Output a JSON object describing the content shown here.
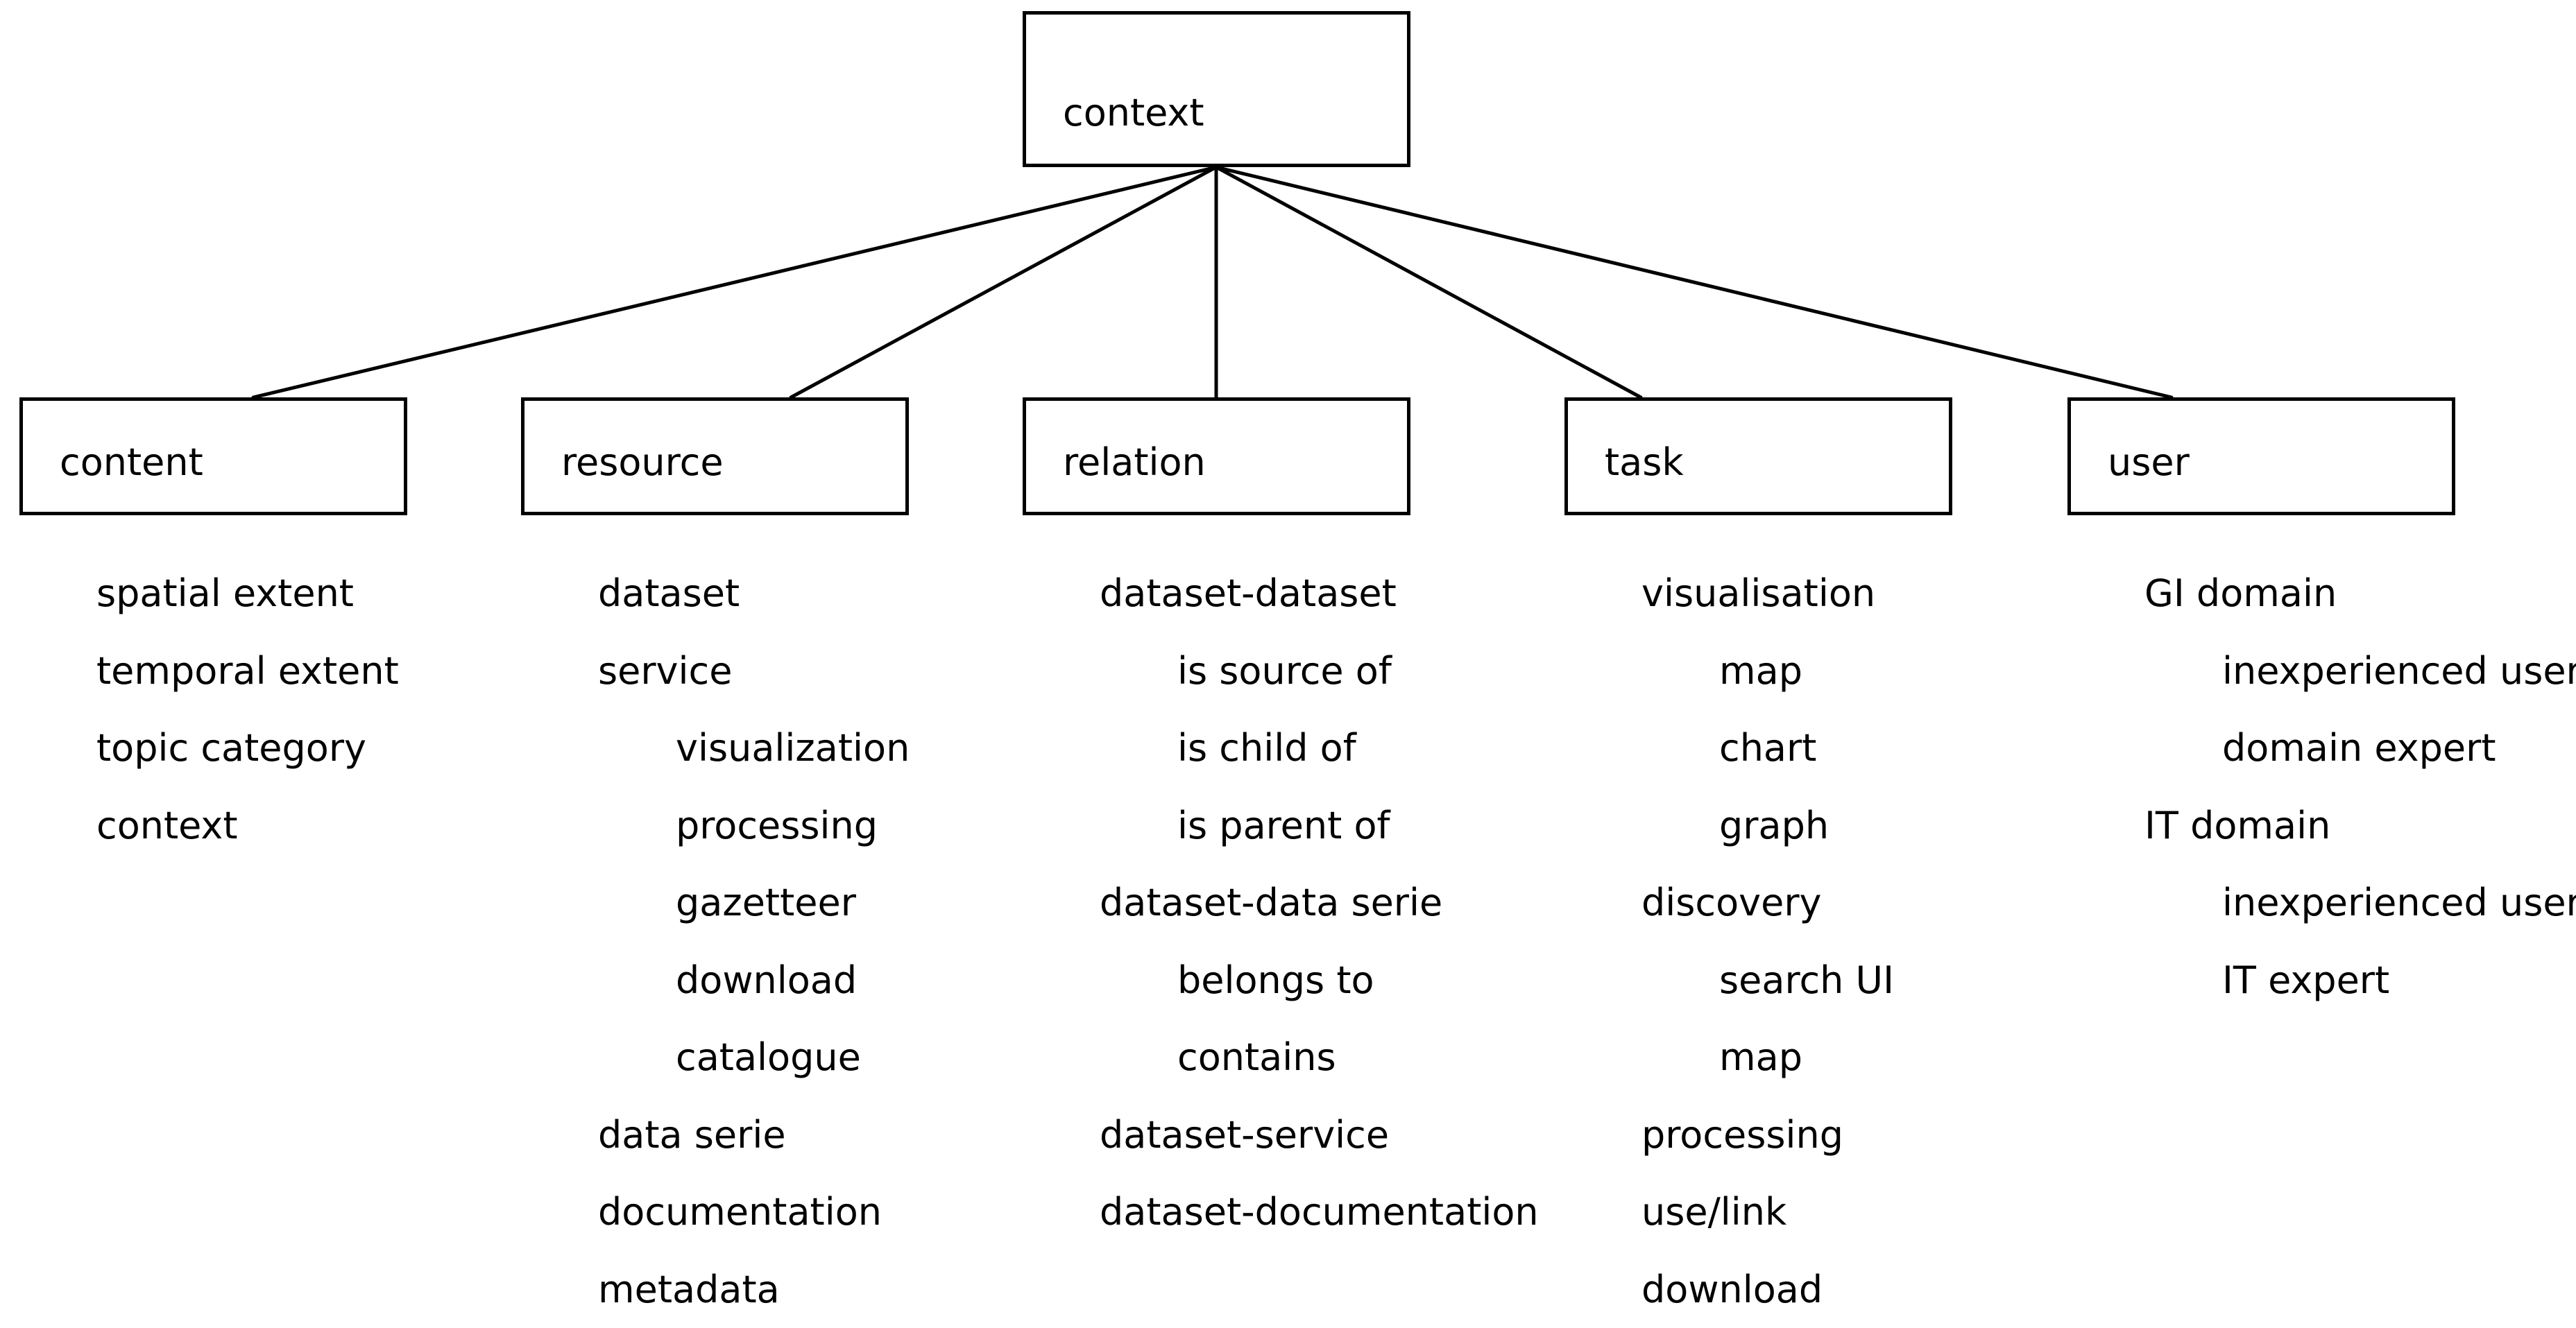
{
  "root": {
    "label": "context"
  },
  "categories": [
    {
      "id": "content",
      "label": "content",
      "items": [
        {
          "text": "spatial extent",
          "level": 1
        },
        {
          "text": "temporal extent",
          "level": 1
        },
        {
          "text": "topic category",
          "level": 1
        },
        {
          "text": "context",
          "level": 1
        }
      ]
    },
    {
      "id": "resource",
      "label": "resource",
      "items": [
        {
          "text": "dataset",
          "level": 1
        },
        {
          "text": "service",
          "level": 1
        },
        {
          "text": "visualization",
          "level": 2
        },
        {
          "text": "processing",
          "level": 2
        },
        {
          "text": "gazetteer",
          "level": 2
        },
        {
          "text": "download",
          "level": 2
        },
        {
          "text": "catalogue",
          "level": 2
        },
        {
          "text": "data serie",
          "level": 1
        },
        {
          "text": "documentation",
          "level": 1
        },
        {
          "text": "metadata",
          "level": 1
        }
      ]
    },
    {
      "id": "relation",
      "label": "relation",
      "items": [
        {
          "text": "dataset-dataset",
          "level": 1
        },
        {
          "text": "is source of",
          "level": 2
        },
        {
          "text": "is child of",
          "level": 2
        },
        {
          "text": "is parent of",
          "level": 2
        },
        {
          "text": "dataset-data serie",
          "level": 1
        },
        {
          "text": "belongs to",
          "level": 2
        },
        {
          "text": "contains",
          "level": 2
        },
        {
          "text": "dataset-service",
          "level": 1
        },
        {
          "text": "dataset-documentation",
          "level": 1
        }
      ]
    },
    {
      "id": "task",
      "label": "task",
      "items": [
        {
          "text": "visualisation",
          "level": 1
        },
        {
          "text": "map",
          "level": 2
        },
        {
          "text": "chart",
          "level": 2
        },
        {
          "text": "graph",
          "level": 2
        },
        {
          "text": "discovery",
          "level": 1
        },
        {
          "text": "search UI",
          "level": 2
        },
        {
          "text": "map",
          "level": 2
        },
        {
          "text": "processing",
          "level": 1
        },
        {
          "text": "use/link",
          "level": 1
        },
        {
          "text": "download",
          "level": 1
        }
      ]
    },
    {
      "id": "user",
      "label": "user",
      "items": [
        {
          "text": "GI domain",
          "level": 1
        },
        {
          "text": "inexperienced user",
          "level": 2
        },
        {
          "text": "domain expert",
          "level": 2
        },
        {
          "text": "IT domain",
          "level": 1
        },
        {
          "text": "inexperienced user",
          "level": 2
        },
        {
          "text": "IT expert",
          "level": 2
        }
      ]
    }
  ]
}
